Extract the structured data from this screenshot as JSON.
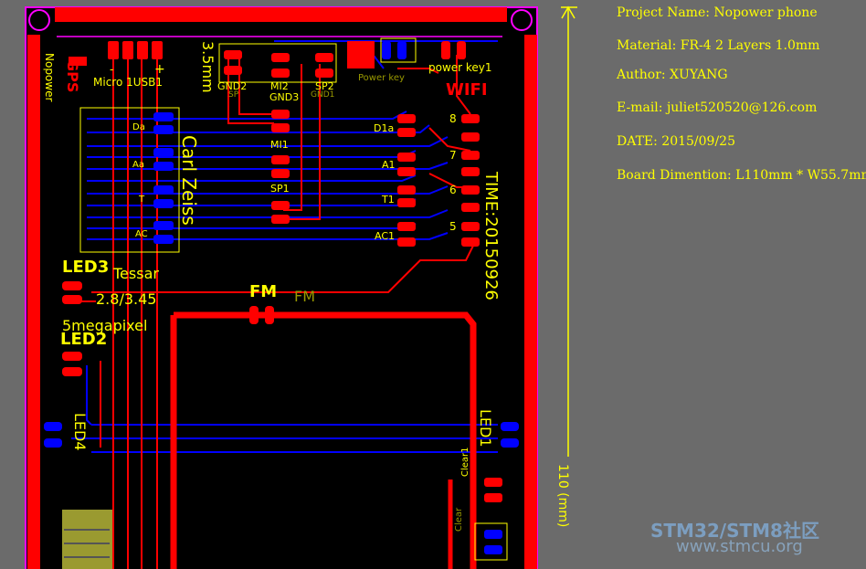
{
  "info": {
    "project": "Project  Name:  Nopower  phone",
    "material": "Material:  FR-4    2  Layers    1.0mm",
    "author": "Author:  XUYANG",
    "email": "E-mail:  juliet520520@126.com",
    "date": "DATE:  2015/09/25",
    "board": "Board  Dimention:  L110mm  *  W55.7mm"
  },
  "dimension": {
    "label": "110  (mm)"
  },
  "labels": {
    "nopower": "Nopower",
    "gps": "GPS",
    "minus": "-",
    "plus": "+",
    "usb": "Micro 1USB1",
    "da": "Da",
    "aa": "Aa",
    "t": "T",
    "ac": "AC",
    "zeiss": "Carl Zeiss",
    "led3": "LED3",
    "tessar": "Tessar",
    "aperture": "2.8/3.45",
    "smega": "5megapixel",
    "led2": "LED2",
    "led4": "LED4",
    "mm35": "3.5mm",
    "gnd2": "GND2",
    "mi2": "MI2",
    "sp2": "SP2",
    "gnd3": "GND3",
    "mi1": "MI1",
    "sp1": "SP1",
    "sp": "SP",
    "gnd1": "GND1",
    "powerkey": "Power key",
    "powerkey1": "power key1",
    "wifi": "WIFI",
    "d1a": "D1a",
    "a1": "A1",
    "t1": "T1",
    "ac1": "AC1",
    "n8": "8",
    "n7": "7",
    "n6": "6",
    "n5": "5",
    "time": "TIME:20150926",
    "fm": "FM",
    "fm2": "FM",
    "led1": "LED1",
    "clear1": "Clear1",
    "clear": "Clear"
  },
  "watermark": {
    "line1": "STM32/STM8社区",
    "line2": "www.stmcu.org"
  },
  "colors": {
    "background": "#6b6b6b",
    "board": "#000000",
    "top_copper": "#ff0000",
    "bottom_copper": "#0000ff",
    "silkscreen": "#ffff00",
    "outline": "#ff00ff"
  }
}
